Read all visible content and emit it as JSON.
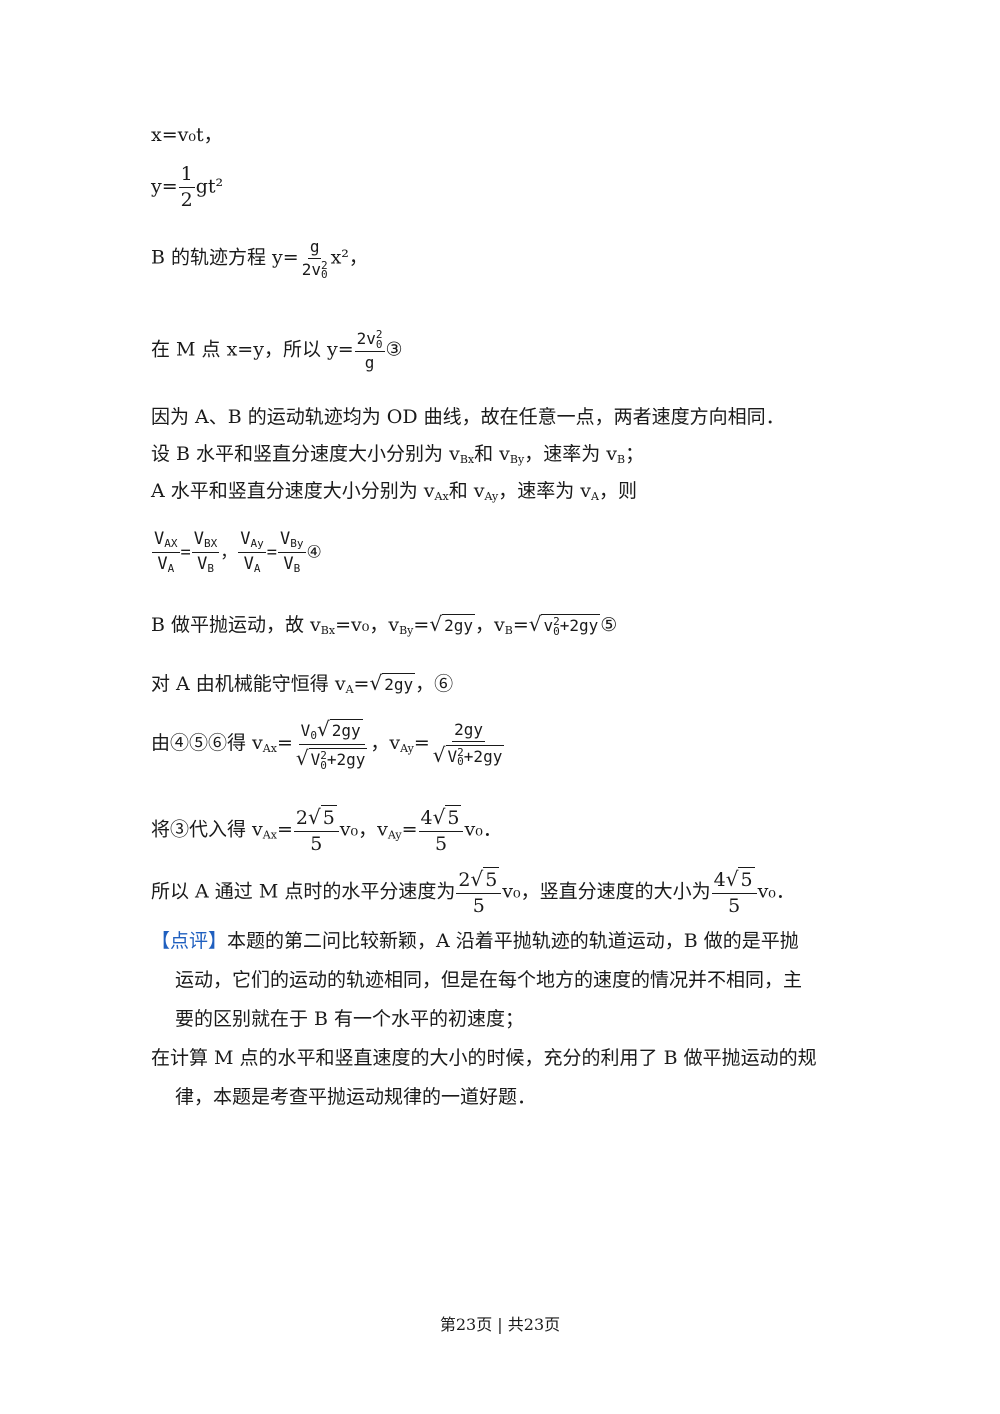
{
  "lines": {
    "l1": "x=v₀t，",
    "l2a": "y=",
    "l2n": "1",
    "l2d": "2",
    "l2b": "gt²",
    "l3a": "B 的轨迹方程 y=",
    "l3n": "g",
    "l3d": "2v",
    "l3b": "x²，",
    "l4a": "在 M 点 x=y，所以 y=",
    "l4n": "2v",
    "l4d": "g",
    "l4b": "③",
    "l5": "因为 A、B 的运动轨迹均为 OD 曲线，故在任意一点，两者速度方向相同．",
    "l6a": "设 B 水平和竖直分速度大小分别为 v",
    "l6b": "和 v",
    "l6c": "，速率为 v",
    "l6d": "；",
    "l7a": "A 水平和竖直分速度大小分别为 v",
    "l7b": "和 v",
    "l7c": "，速率为 v",
    "l7d": "，则",
    "l8sep": "，",
    "l8end": "④",
    "l9a": "B 做平抛运动，故 v",
    "l9b": "=v₀，v",
    "l9c": "=",
    "l9d": "，v",
    "l9e": "=",
    "l9f": "⑤",
    "l10a": "对 A 由机械能守恒得 v",
    "l10b": "=",
    "l10c": "，⑥",
    "l11a": "由④⑤⑥得 v",
    "l11b": "=",
    "l11c": "，v",
    "l11d": "=",
    "l12a": "将③代入得 v",
    "l12b": "=",
    "l12c": "v₀，v",
    "l12d": "=",
    "l12e": "v₀．",
    "l13a": "所以 A 通过 M 点时的水平分速度为",
    "l13b": "v₀，竖直分速度的大小为",
    "l13c": "v₀．",
    "c1a": "【点评】",
    "c1b": "本题的第二问比较新颖，A 沿着平抛轨迹的轨道运动，B 做的是平抛",
    "c2": "运动，它们的运动的轨迹相同，但是在每个地方的速度的情况并不相同，主",
    "c3": "要的区别就在于 B 有一个水平的初速度；",
    "c4": "在计算 M 点的水平和竖直速度的大小的时候，充分的利用了 B 做平抛运动的规",
    "c5": "律，本题是考查平抛运动规律的一道好题．"
  },
  "math": {
    "sub_Bx": "Bx",
    "sub_By": "By",
    "sub_B": "B",
    "sub_Ax": "Ax",
    "sub_Ay": "Ay",
    "sub_A": "A",
    "sup2": "2",
    "sub0": "0",
    "VAX": "V",
    "AX": "AX",
    "VA": "V",
    "A": "A",
    "VBX": "V",
    "BX": "BX",
    "VB": "V",
    "B": "B",
    "VAy": "V",
    "Ay": "Ay",
    "VBy": "V",
    "By": "By",
    "s2gy": "2gy",
    "plus2gy": "+2gy",
    "V0": "V",
    "twogy": "2gy",
    "rad": "√",
    "two": "2",
    "four": "4",
    "five": "5",
    "den5": "5"
  },
  "footer": "第23页 | 共23页"
}
